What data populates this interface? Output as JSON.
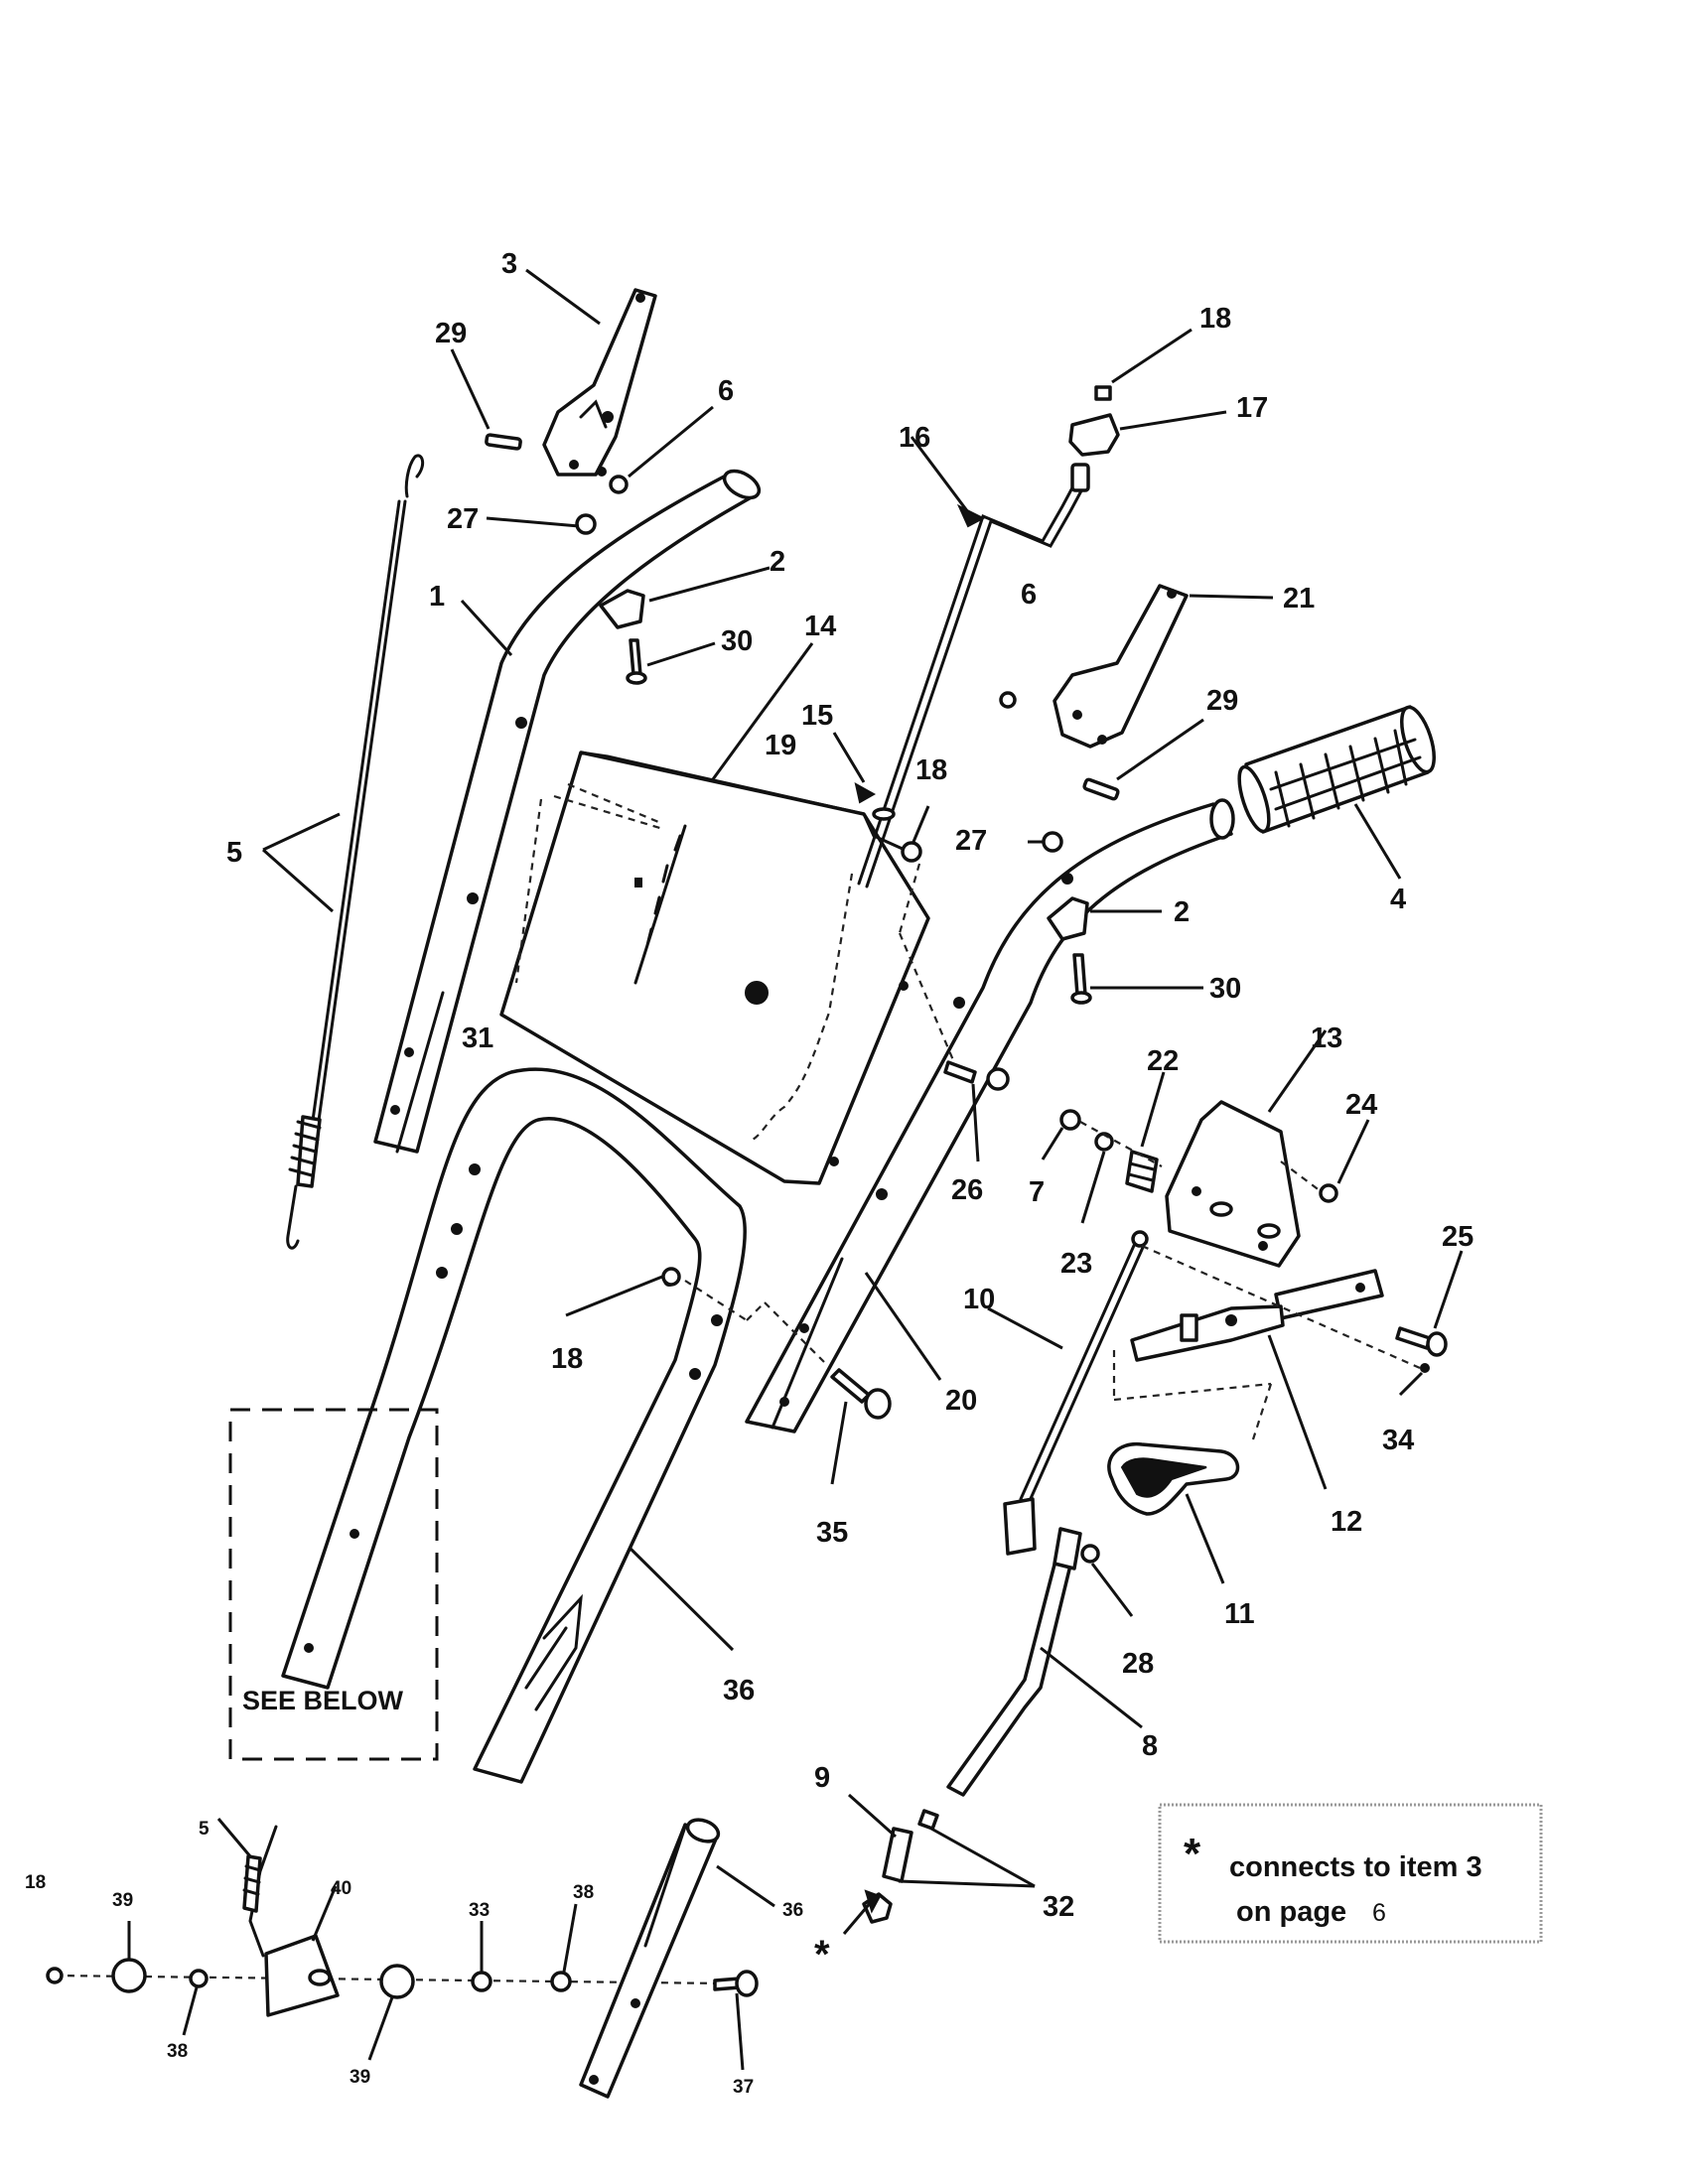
{
  "callouts": {
    "c1": "1",
    "c2a": "2",
    "c2b": "2",
    "c3": "3",
    "c4": "4",
    "c5": "5",
    "c6a": "6",
    "c6b": "6",
    "c7": "7",
    "c8": "8",
    "c9": "9",
    "c10": "10",
    "c11": "11",
    "c12": "12",
    "c13": "13",
    "c14": "14",
    "c15": "15",
    "c16": "16",
    "c17": "17",
    "c18a": "18",
    "c18b": "18",
    "c18c": "18",
    "c19": "19",
    "c20": "20",
    "c21": "21",
    "c22": "22",
    "c23": "23",
    "c24": "24",
    "c25": "25",
    "c26": "26",
    "c27a": "27",
    "c27b": "27",
    "c28": "28",
    "c29a": "29",
    "c29b": "29",
    "c30a": "30",
    "c30b": "30",
    "c31": "31",
    "c32": "32",
    "c34": "34",
    "c35": "35",
    "c36": "36"
  },
  "detail_callouts": {
    "d18": "18",
    "d39a": "39",
    "d5": "5",
    "d40": "40",
    "d33": "33",
    "d38a": "38",
    "d36": "36",
    "d38b": "38",
    "d39b": "39",
    "d37": "37"
  },
  "see_below": "SEE BELOW",
  "asterisk": "*",
  "note": {
    "asterisk": "*",
    "line1": "connects to item 3",
    "line2_prefix": "on page",
    "page_number": "6"
  }
}
